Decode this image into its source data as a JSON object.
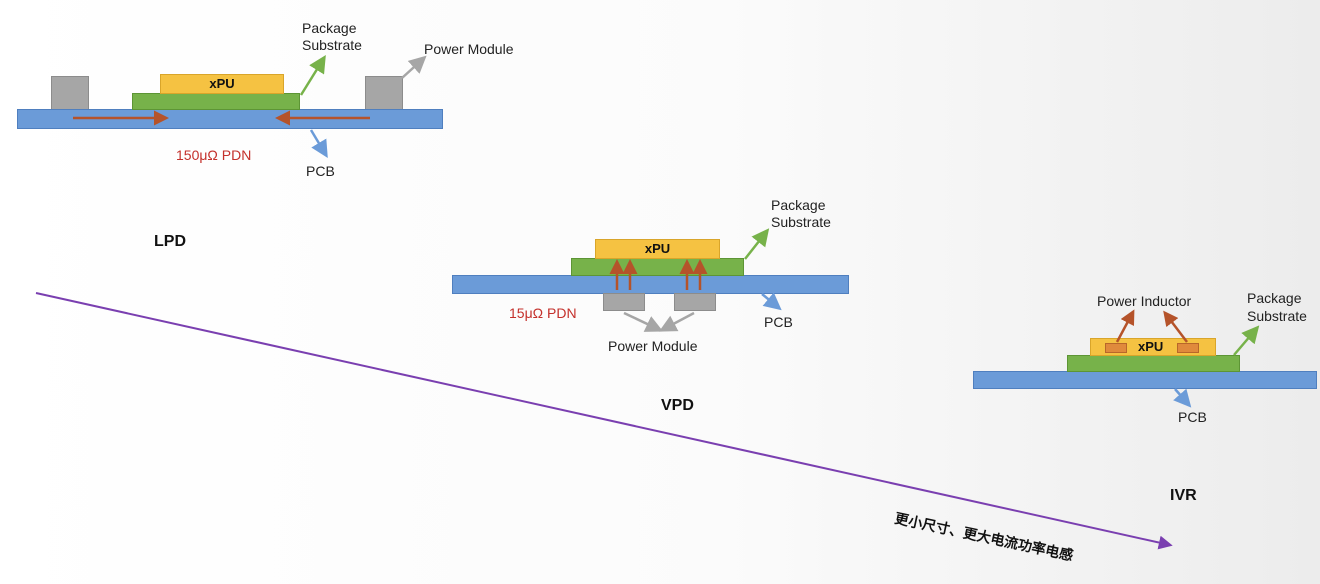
{
  "lpd": {
    "title": "LPD",
    "chip": "xPU",
    "substrate_label_1": "Package",
    "substrate_label_2": "Substrate",
    "power_module_label": "Power Module",
    "pcb_label": "PCB",
    "pdn": "150μΩ PDN"
  },
  "vpd": {
    "title": "VPD",
    "chip": "xPU",
    "substrate_label_1": "Package",
    "substrate_label_2": "Substrate",
    "power_module_label": "Power Module",
    "pcb_label": "PCB",
    "pdn": "15μΩ PDN"
  },
  "ivr": {
    "title": "IVR",
    "chip": "xPU",
    "inductor_label": "Power Inductor",
    "substrate_label_1": "Package",
    "substrate_label_2": "Substrate",
    "pcb_label": "PCB"
  },
  "trend_label": "更小尺寸、更大电流功率电感",
  "colors": {
    "pcb": "#6b9bd8",
    "substrate": "#77b24a",
    "chip": "#f5c242",
    "power_module": "#a6a6a6",
    "current_arrow": "#b5532a",
    "trend_arrow": "#7a3fb0",
    "pdn_text": "#c4302b"
  }
}
